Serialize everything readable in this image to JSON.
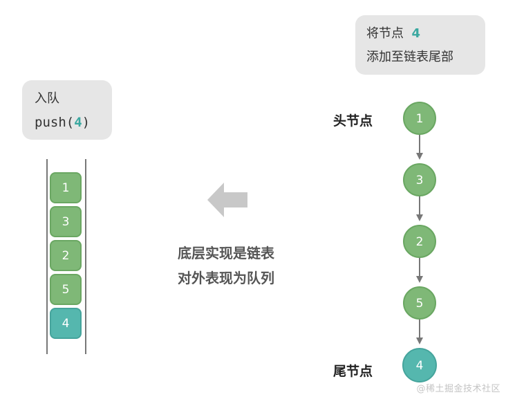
{
  "push_callout": {
    "line1": "入队",
    "code_prefix": "push(",
    "value": "4",
    "code_suffix": ")"
  },
  "append_callout": {
    "line1_prefix": "将节点",
    "value": "4",
    "line2": "添加至链表尾部"
  },
  "queue": {
    "items": [
      "1",
      "3",
      "2",
      "5",
      "4"
    ]
  },
  "explanation": {
    "line1": "底层实现是链表",
    "line2": "对外表现为队列"
  },
  "linked_list": {
    "head_label": "头节点",
    "tail_label": "尾节点",
    "nodes": [
      "1",
      "3",
      "2",
      "5",
      "4"
    ]
  },
  "watermark": "@稀土掘金技术社区",
  "colors": {
    "normal_node": "#7fb877",
    "new_node": "#55b7ae",
    "accent": "#3aa8a0",
    "callout_bg": "#e6e6e6",
    "arrow_gray": "#c8c8c8"
  }
}
